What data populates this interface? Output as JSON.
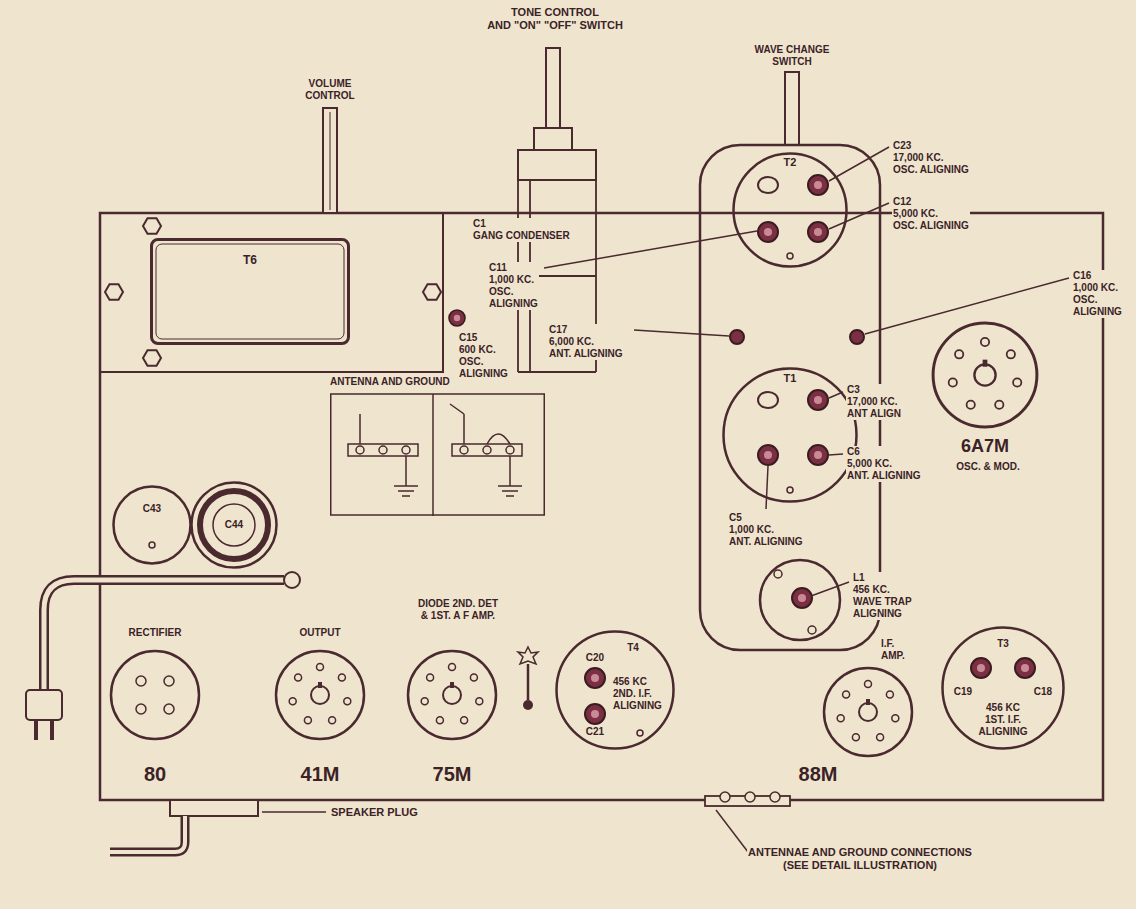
{
  "diagram": {
    "nodes": [
      {
        "text": [
          "T6"
        ]
      },
      {
        "text": [
          "T2"
        ]
      },
      {
        "text": [
          "T1"
        ]
      },
      {
        "text": [
          "C43"
        ]
      },
      {
        "text": [
          "C44"
        ]
      },
      {
        "text": [
          "ANTENNA AND GROUND"
        ]
      },
      {
        "text": [
          "T4",
          "C20",
          "C21",
          "456 KC 2ND. I.F. ALIGNING"
        ]
      },
      {
        "text": [
          "T3",
          "C19",
          "C18",
          "456 KC 1ST. I.F. ALIGNING"
        ]
      }
    ],
    "labels": [
      "TONE CONTROL AND \"ON\" \"OFF\" SWITCH",
      "WAVE CHANGE SWITCH",
      "VOLUME CONTROL",
      "C23 17,000 KC. OSC. ALIGNING",
      "C12 5,000 KC. OSC. ALIGNING",
      "C1 GANG CONDENSER",
      "C11 1,000 KC. OSC. ALIGNING",
      "C16 1,000 KC. OSC. ALIGNING",
      "C15 600 KC. OSC. ALIGNING",
      "C17 6,000 KC. ANT. ALIGNING",
      "C3 17,000 KC. ANT ALIGN",
      "C6 5,000 KC. ANT. ALIGNING",
      "C5 1,000 KC. ANT. ALIGNING",
      "6A7M",
      "OSC. & MOD.",
      "L1 456 KC. WAVE TRAP ALIGNING",
      "RECTIFIER",
      "OUTPUT",
      "DIODE 2ND. DET & 1ST. A F AMP.",
      "I.F. AMP.",
      "80",
      "41M",
      "75M",
      "88M",
      "SPEAKER PLUG",
      "ANTENNAE AND GROUND CONNECTIONS (SEE DETAIL ILLUSTRATION)"
    ]
  }
}
